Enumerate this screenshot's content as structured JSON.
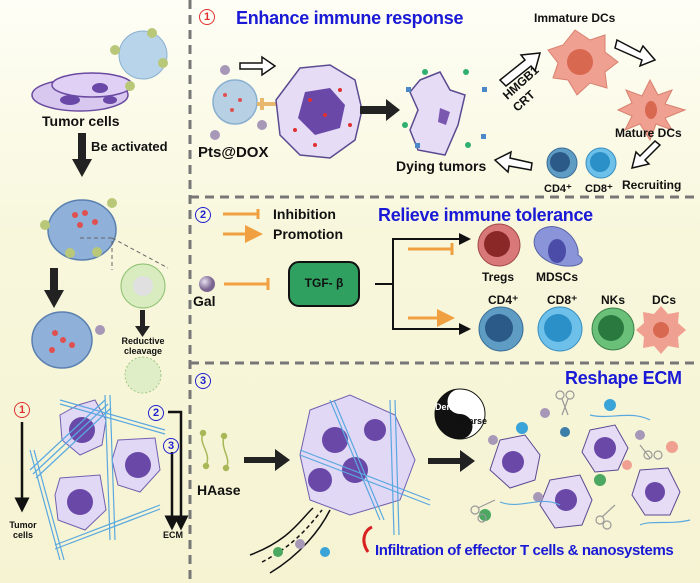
{
  "left_panel": {
    "tumor_cells_label": "Tumor cells",
    "be_activated_label": "Be activated",
    "reductive_cleavage_label": "Reductive cleavage",
    "tumor_cells_bottom_label": "Tumor cells",
    "ecm_label": "ECM",
    "markers": [
      "1",
      "2",
      "3"
    ]
  },
  "section1": {
    "number": "1",
    "title": "Enhance immune response",
    "pts_dox_label": "Pts@DOX",
    "dying_tumors_label": "Dying tumors",
    "hmgb1_label": "HMGB1",
    "crt_label": "CRT",
    "immature_dcs_label": "Immature DCs",
    "mature_dcs_label": "Mature DCs",
    "recruiting_label": "Recruiting",
    "cd4_label": "CD4⁺",
    "cd8_label": "CD8⁺"
  },
  "section2": {
    "number": "2",
    "title": "Relieve immune tolerance",
    "legend": [
      {
        "type": "inhibition",
        "label": "Inhibition"
      },
      {
        "type": "promotion",
        "label": "Promotion"
      }
    ],
    "gal_label": "Gal",
    "tgf_label": "TGF- β",
    "inhibited_cells": [
      "Tregs",
      "MDSCs"
    ],
    "promoted_cells": [
      "CD4⁺",
      "CD8⁺",
      "NKs",
      "DCs"
    ]
  },
  "section3": {
    "number": "3",
    "title": "Reshape ECM",
    "haase_label": "HAase",
    "dense_label": "Dense",
    "sparse_label": "Sparse",
    "infiltration_label": "Infiltration of effector T cells & nanosystems"
  },
  "colors": {
    "title_blue": "#1a1ad6",
    "marker_red": "#e03030",
    "arrow_orange": "#f0a040",
    "tgf_green": "#2fa060",
    "tregs": "#c94c4c",
    "mdscs": "#8a8fd4",
    "cd4": "#3c7ea8",
    "cd8": "#3aa4d8",
    "nks": "#4aa860",
    "dcs": "#f0a090"
  }
}
